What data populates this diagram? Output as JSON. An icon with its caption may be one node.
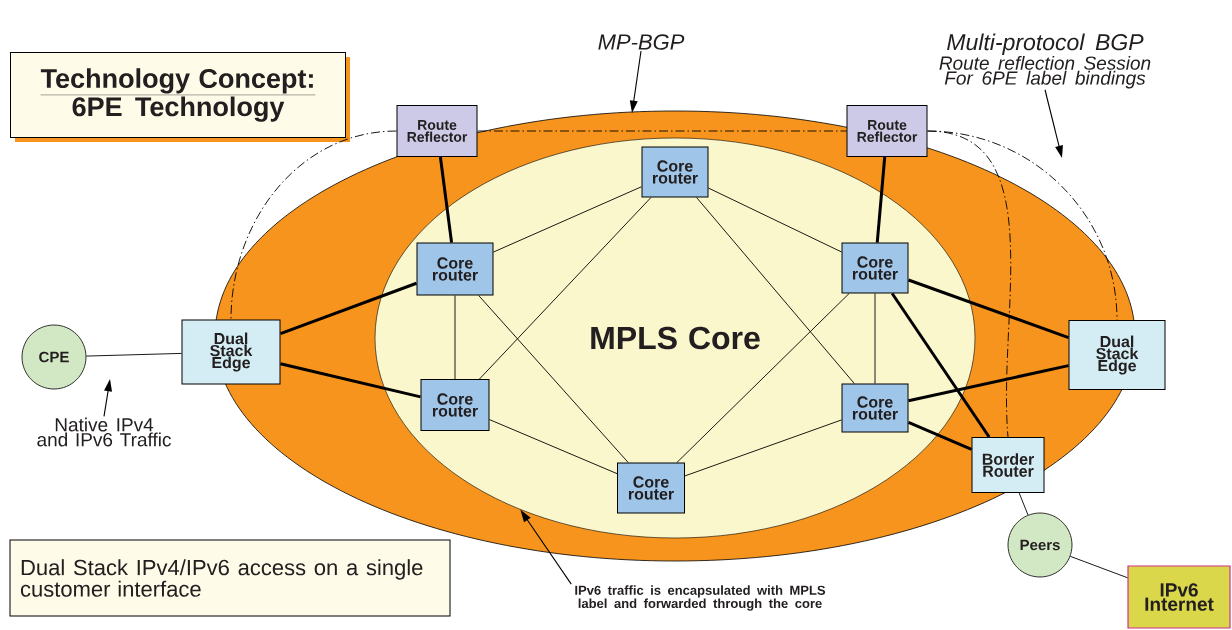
{
  "diagram": {
    "nodes": [
      {
        "text": [
          "Technology Concept:",
          "6PE Technology"
        ]
      },
      {
        "text": [
          "MPLS Core"
        ]
      },
      {
        "text": [
          "Route Reflector"
        ]
      },
      {
        "text": [
          "Route Reflector"
        ]
      },
      {
        "text": [
          "Core router"
        ],
        "in": 1
      },
      {
        "text": [
          "Core router"
        ],
        "in": 1
      },
      {
        "text": [
          "Core router"
        ],
        "in": 1
      },
      {
        "text": [
          "Core router"
        ],
        "in": 1
      },
      {
        "text": [
          "Core router"
        ],
        "in": 1
      },
      {
        "text": [
          "Core router"
        ],
        "in": 1
      },
      {
        "text": [
          "Dual Stack Edge"
        ]
      },
      {
        "text": [
          "Dual Stack Edge"
        ]
      },
      {
        "text": [
          "CPE"
        ]
      },
      {
        "text": [
          "Border Router"
        ]
      },
      {
        "text": [
          "Peers"
        ]
      },
      {
        "text": [
          "IPv6 Internet"
        ]
      },
      {
        "text": [
          "Dual Stack IPv4/IPv6 access on a single customer interface"
        ]
      },
      {
        "text": [
          "Native IPv4 and IPv6 Traffic"
        ]
      },
      {
        "text": [
          "IPv6 traffic is encapsulated with MPLS label and forwarded through the core"
        ]
      },
      {
        "text": [
          "MP-BGP"
        ]
      },
      {
        "text": [
          "Multi-protocol BGP",
          "Route reflection Session For 6PE label bindings"
        ]
      }
    ],
    "edges": [
      {
        "from": 12,
        "to": 10,
        "arrow": "none"
      },
      {
        "from": 2,
        "to": 5,
        "arrow": "none",
        "style": "thick"
      },
      {
        "from": 3,
        "to": 6,
        "arrow": "none",
        "style": "thick"
      },
      {
        "from": 10,
        "to": 5,
        "arrow": "none",
        "style": "thick"
      },
      {
        "from": 10,
        "to": 7,
        "arrow": "none",
        "style": "thick"
      },
      {
        "from": 11,
        "to": 6,
        "arrow": "none",
        "style": "thick"
      },
      {
        "from": 11,
        "to": 8,
        "arrow": "none",
        "style": "thick"
      },
      {
        "from": 5,
        "to": 4,
        "arrow": "none"
      },
      {
        "from": 5,
        "to": 9,
        "arrow": "none"
      },
      {
        "from": 5,
        "to": 7,
        "arrow": "none"
      },
      {
        "from": 7,
        "to": 4,
        "arrow": "none"
      },
      {
        "from": 7,
        "to": 9,
        "arrow": "none"
      },
      {
        "from": 4,
        "to": 6,
        "arrow": "none"
      },
      {
        "from": 4,
        "to": 8,
        "arrow": "none"
      },
      {
        "from": 6,
        "to": 9,
        "arrow": "none"
      },
      {
        "from": 8,
        "to": 9,
        "arrow": "none"
      },
      {
        "from": 6,
        "to": 8,
        "arrow": "none"
      },
      {
        "from": 6,
        "to": 13,
        "arrow": "none",
        "style": "thick"
      },
      {
        "from": 8,
        "to": 13,
        "arrow": "none",
        "style": "thick"
      },
      {
        "from": 13,
        "to": 14,
        "arrow": "none"
      },
      {
        "from": 14,
        "to": 15,
        "arrow": "none"
      },
      {
        "from": 2,
        "to": 3,
        "arrow": "none",
        "style": "dashed"
      },
      {
        "from": 2,
        "to": 10,
        "arrow": "none",
        "style": "dashed"
      },
      {
        "from": 3,
        "to": 11,
        "arrow": "none",
        "style": "dashed"
      },
      {
        "from": 3,
        "to": 13,
        "arrow": "none",
        "style": "dashed"
      },
      {
        "from": 17,
        "to": null,
        "arrow": "to"
      },
      {
        "from": 18,
        "to": 1,
        "arrow": "to"
      },
      {
        "from": 19,
        "to": null,
        "arrow": "to"
      },
      {
        "from": 20,
        "to": null,
        "arrow": "to"
      }
    ]
  }
}
